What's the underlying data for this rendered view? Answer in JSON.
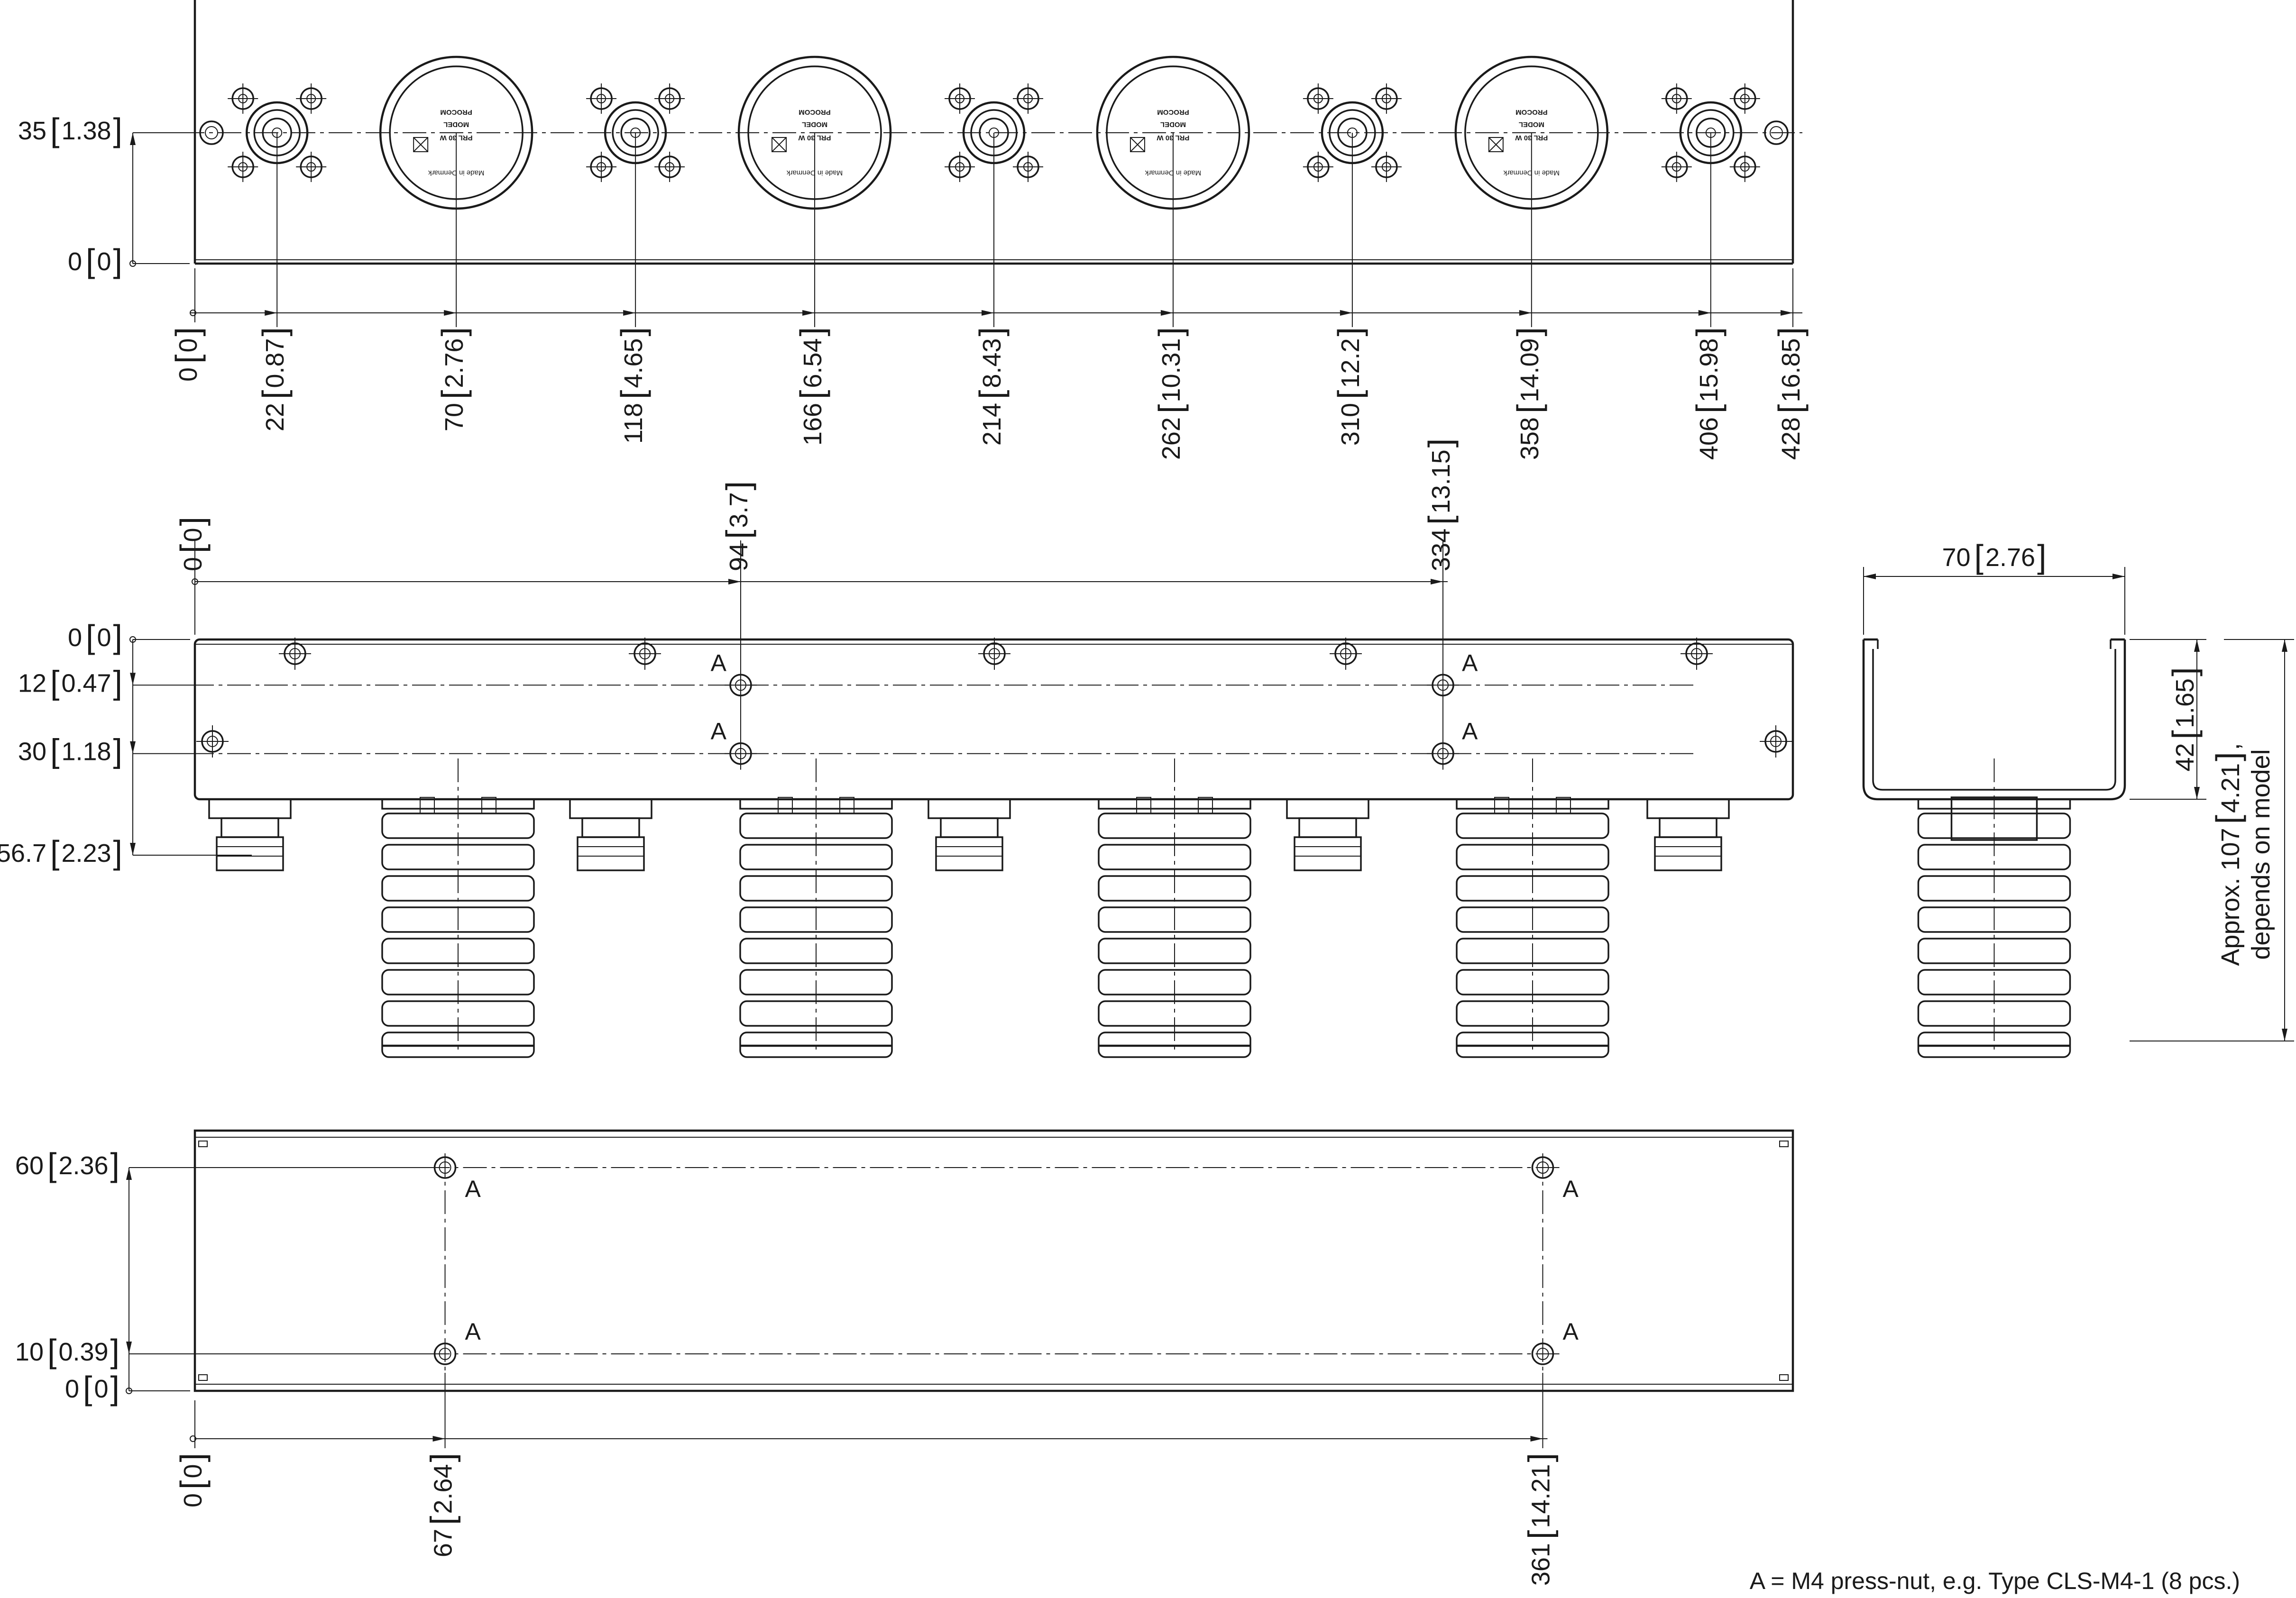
{
  "title": "",
  "colors": {
    "line": "#1a1a1a",
    "background": "#ffffff"
  },
  "front_view": {
    "horizontal_dims": [
      {
        "mm": "0",
        "inch": "0"
      },
      {
        "mm": "22",
        "inch": "0.87"
      },
      {
        "mm": "70",
        "inch": "2.76"
      },
      {
        "mm": "118",
        "inch": "4.65"
      },
      {
        "mm": "166",
        "inch": "6.54"
      },
      {
        "mm": "214",
        "inch": "8.43"
      },
      {
        "mm": "262",
        "inch": "10.31"
      },
      {
        "mm": "310",
        "inch": "12.2"
      },
      {
        "mm": "358",
        "inch": "14.09"
      },
      {
        "mm": "406",
        "inch": "15.98"
      },
      {
        "mm": "428",
        "inch": "16.85"
      }
    ],
    "vertical_dims": [
      {
        "mm": "35",
        "inch": "1.38"
      },
      {
        "mm": "0",
        "inch": "0"
      }
    ],
    "load_label": {
      "line1": "PRL 30 W",
      "line2": "MODEL",
      "line3": "PROCOM",
      "line4": "Made in Denmark"
    }
  },
  "side_view": {
    "horizontal_dims": [
      {
        "mm": "0",
        "inch": "0"
      },
      {
        "mm": "94",
        "inch": "3.7"
      },
      {
        "mm": "334",
        "inch": "13.15"
      }
    ],
    "vertical_dims": [
      {
        "mm": "0",
        "inch": "0"
      },
      {
        "mm": "12",
        "inch": "0.47"
      },
      {
        "mm": "30",
        "inch": "1.18"
      },
      {
        "mm": "56.7",
        "inch": "2.23"
      }
    ],
    "press_nut_marker": "A"
  },
  "end_view": {
    "width_dim": {
      "mm": "70",
      "inch": "2.76"
    },
    "height_dim": {
      "mm": "42",
      "inch": "1.65"
    },
    "approx_line1_prefix": "Approx. 107",
    "approx_inch": "4.21",
    "approx_line1_suffix": ",",
    "approx_line2": "depends on model"
  },
  "bottom_view": {
    "horizontal_dims": [
      {
        "mm": "0",
        "inch": "0"
      },
      {
        "mm": "67",
        "inch": "2.64"
      },
      {
        "mm": "361",
        "inch": "14.21"
      }
    ],
    "vertical_dims": [
      {
        "mm": "60",
        "inch": "2.36"
      },
      {
        "mm": "10",
        "inch": "0.39"
      },
      {
        "mm": "0",
        "inch": "0"
      }
    ],
    "press_nut_marker": "A"
  },
  "note": "A = M4 press-nut, e.g. Type CLS-M4-1 (8 pcs.)"
}
